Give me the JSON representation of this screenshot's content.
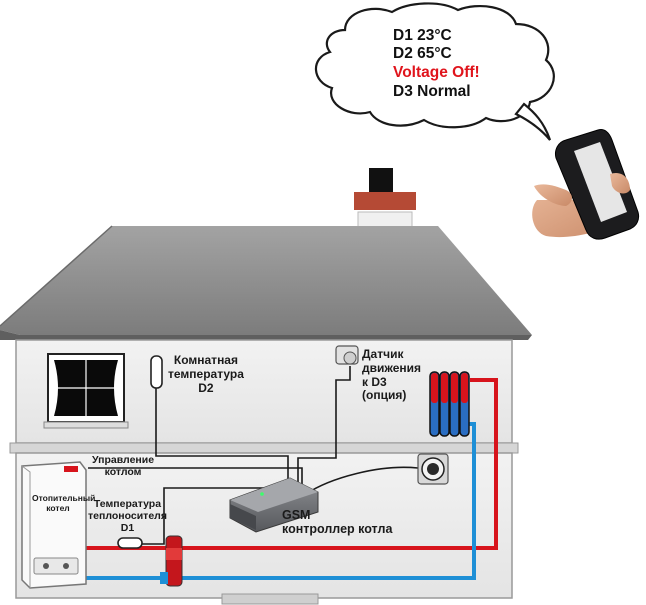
{
  "sms": {
    "line1": "D1 23°C",
    "line2": "D2 65°C",
    "line3": "Voltage Off!",
    "line4": "D3 Normal",
    "alert_color": "#e0141c"
  },
  "labels": {
    "room_temp": "Комнатная\nтемпература\nD2",
    "motion": "Датчик\nдвижения\nк D3\n(опция)",
    "boiler_control": "Управление\nкотлом",
    "coolant_temp": "Температура\nтеплоносителя\nD1",
    "gsm": "GSM\nконтроллер котла",
    "boiler": "Отопительный\nкотел"
  },
  "colors": {
    "hot_pipe": "#d7141c",
    "cold_pipe": "#1e8fd6",
    "roof": "#8c8c8c",
    "chimney_brick": "#b54a35"
  }
}
